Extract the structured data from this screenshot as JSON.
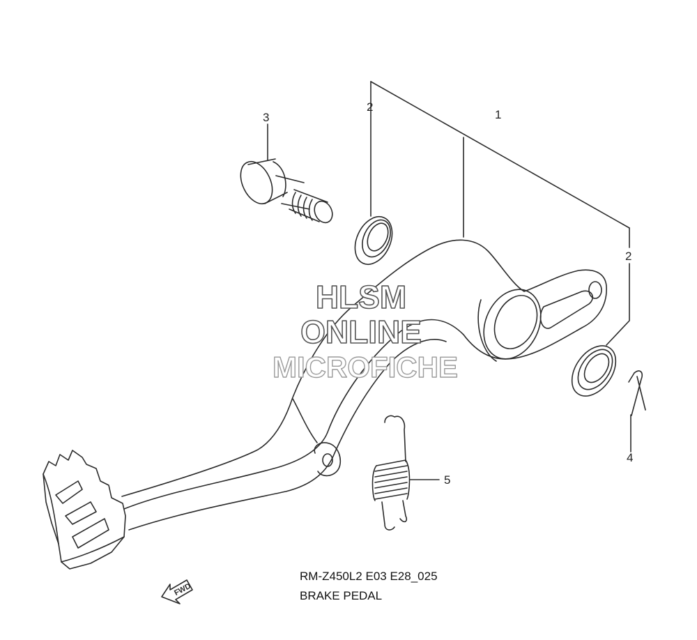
{
  "diagram": {
    "callouts": {
      "c1": "1",
      "c2a": "2",
      "c2b": "2",
      "c3": "3",
      "c4": "4",
      "c5": "5"
    },
    "watermark": {
      "line1": "HLSM",
      "line2": "ONLINE",
      "line3": "MICROFICHE"
    },
    "fwd_label": "FWD",
    "caption": {
      "code": "RM-Z450L2 E03 E28_025",
      "title": "BRAKE PEDAL"
    }
  },
  "colors": {
    "line": "#2a2a2a",
    "background": "#ffffff",
    "watermark_outline": "#555555",
    "watermark_outline_light": "#9a9a9a"
  }
}
